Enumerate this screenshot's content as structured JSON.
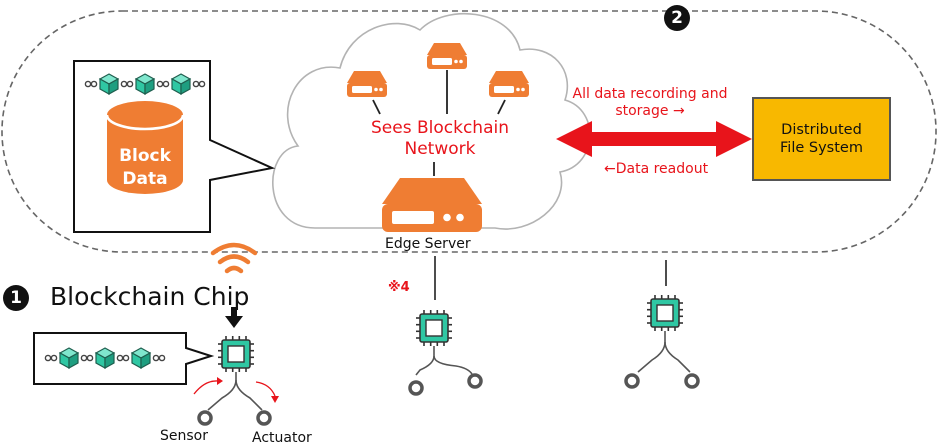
{
  "cloud": {
    "title": "Sees Blockchain Network"
  },
  "edge_server": {
    "label": "Edge Server"
  },
  "arrows": {
    "recording_label": "All data recording and storage →",
    "readout_label": "←Data readout"
  },
  "distributed_fs": {
    "line1": "Distributed",
    "line2": "File System"
  },
  "block_data": {
    "line1": "Block",
    "line2": "Data"
  },
  "chip": {
    "badge": "1",
    "title": "Blockchain Chip",
    "sensor_label": "Sensor",
    "actuator_label": "Actuator"
  },
  "network_badge": "2",
  "note": "※4",
  "colors": {
    "accent_orange": "#ef7d33",
    "arrow_red": "#e8141b",
    "chip_green": "#2fc7a3",
    "dfs_fill": "#f8b800"
  },
  "icons": [
    "server-icon",
    "database-icon",
    "chain-block-icon",
    "wifi-icon",
    "chip-icon",
    "sensor-icon",
    "actuator-icon"
  ]
}
